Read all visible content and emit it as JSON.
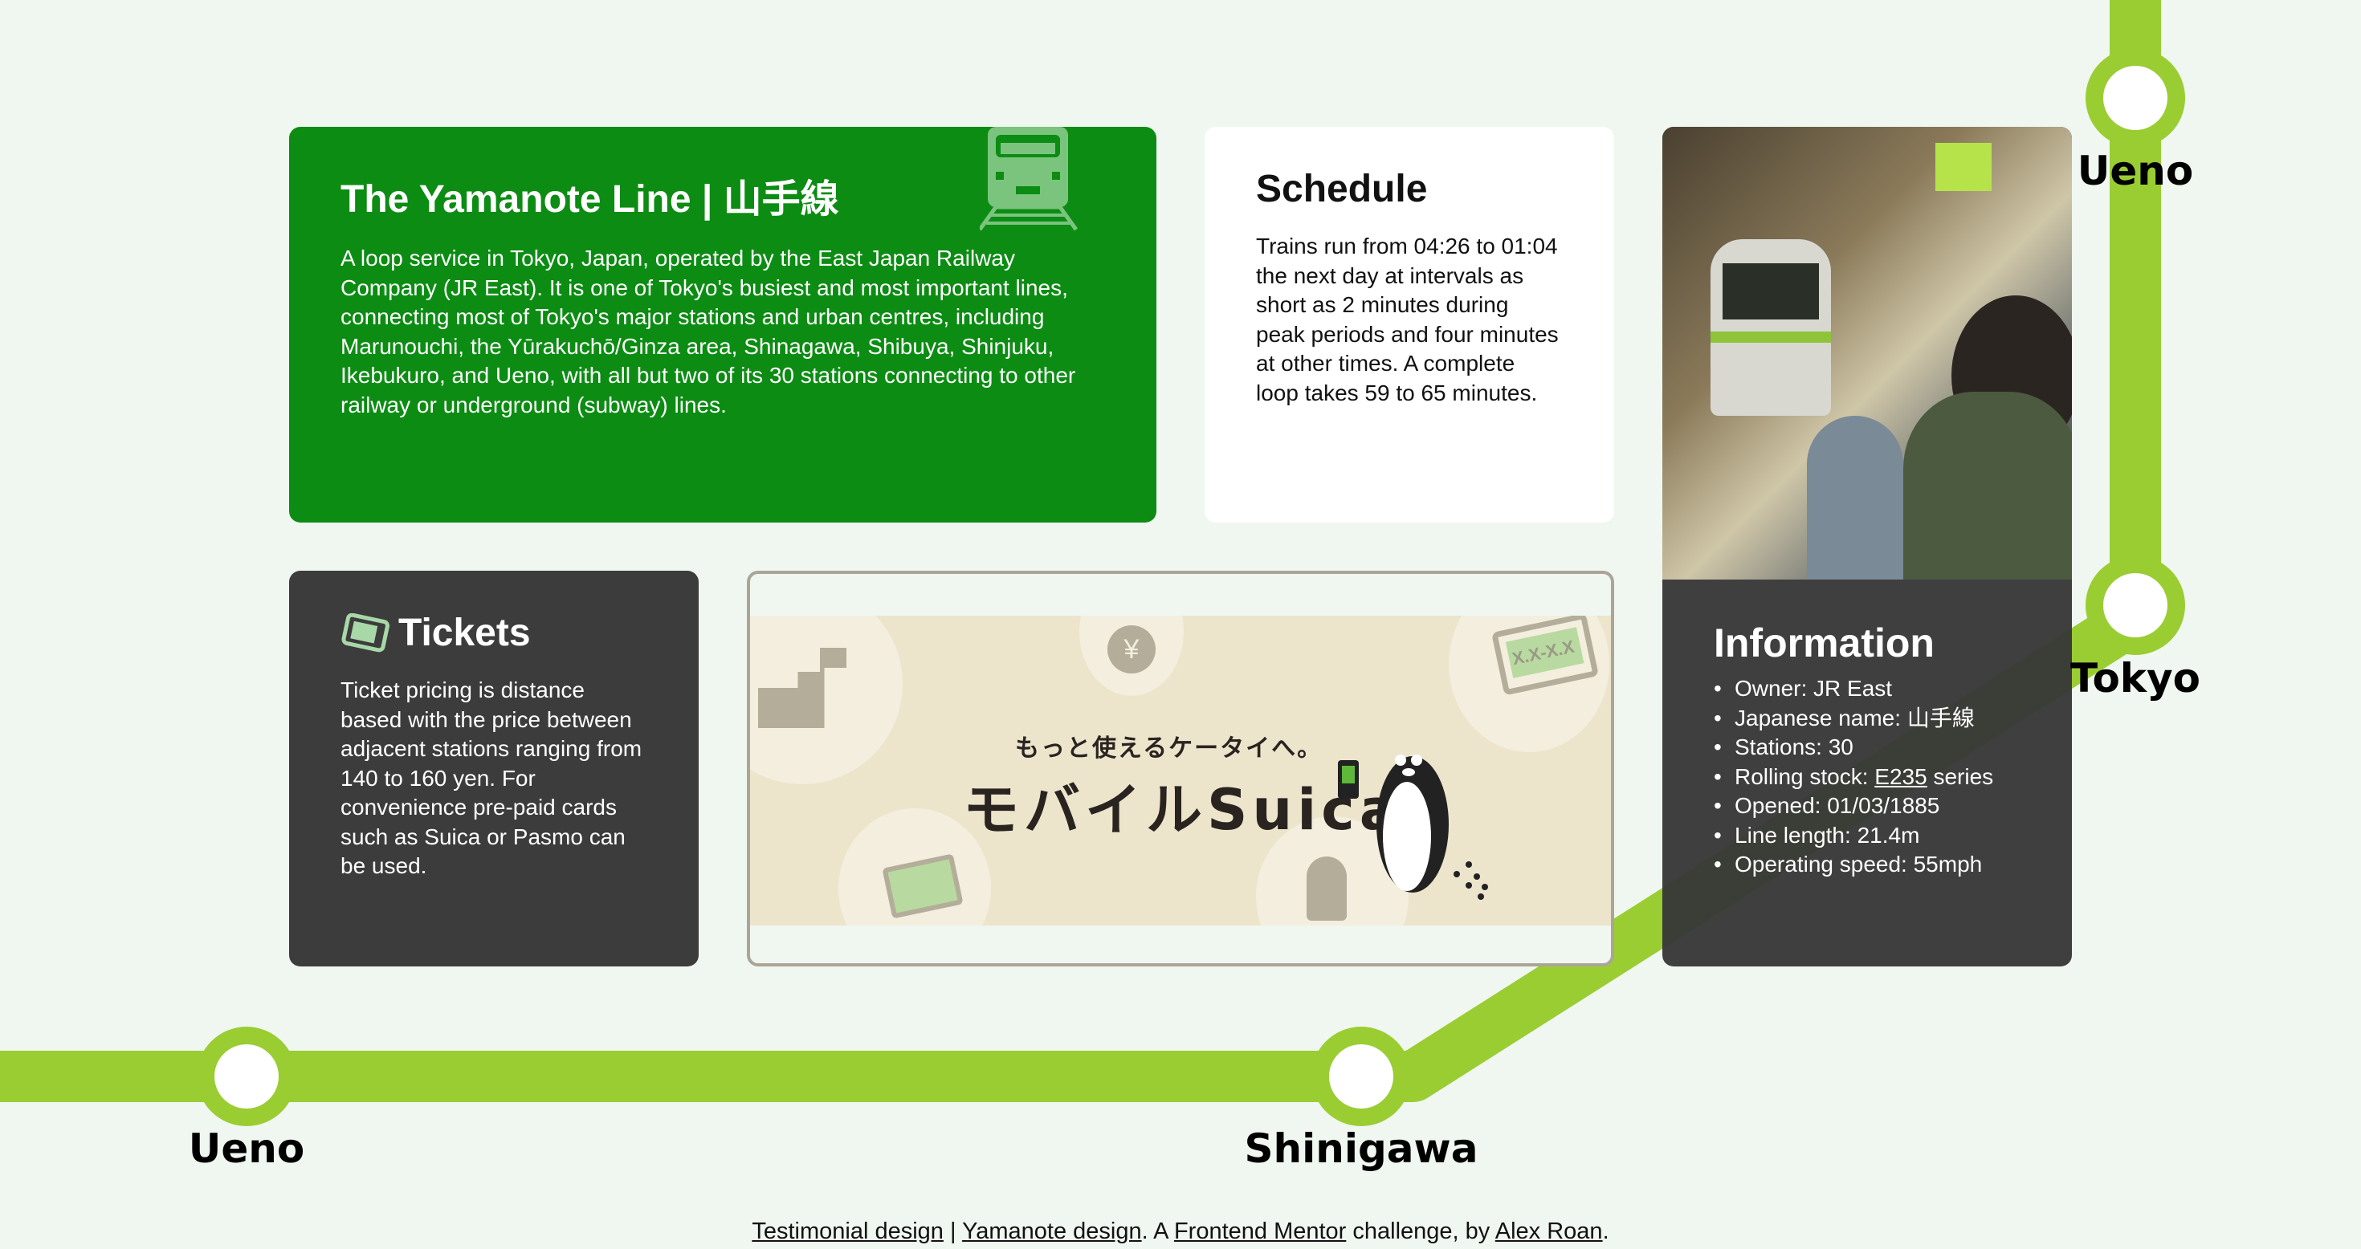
{
  "map": {
    "line_color": "#9acd32",
    "stations": [
      "Ueno",
      "Tokyo",
      "Ueno",
      "Shinigawa"
    ]
  },
  "intro": {
    "title": "The Yamanote Line | 山手線",
    "text": "A loop service in Tokyo, Japan, operated by the East Japan Railway Company (JR East). It is one of Tokyo's busiest and most important lines, connecting most of Tokyo's major stations and urban centres, including Marunouchi, the Yūrakuchō/Ginza area, Shinagawa, Shibuya, Shinjuku, Ikebukuro, and Ueno, with all but two of its 30 stations connecting to other railway or underground (subway) lines.",
    "icon": "train-icon",
    "color": "#0c8c13"
  },
  "schedule": {
    "title": "Schedule",
    "text": "Trains run from 04:26 to 01:04 the next day at intervals as short as 2 minutes during peak periods and four minutes at other times. A complete loop takes 59 to 65 minutes."
  },
  "tickets": {
    "title": "Tickets",
    "icon": "ticket-icon",
    "text": "Ticket pricing is distance based with the price between adjacent stations ranging from 140 to 160 yen. For convenience pre-paid cards such as Suica or Pasmo can be used."
  },
  "suica": {
    "tagline": "もっと使えるケータイへ。",
    "logo": "モバイルSuica",
    "card_text": "X.X-X.X"
  },
  "info": {
    "title": "Information",
    "items": [
      {
        "label": "Owner: ",
        "value": "JR East"
      },
      {
        "label": "Japanese name: ",
        "value": "山手線"
      },
      {
        "label": "Stations: ",
        "value": "30"
      },
      {
        "label": "Rolling stock: ",
        "link": "E235",
        "value": " series"
      },
      {
        "label": "Opened: ",
        "value": "01/03/1885"
      },
      {
        "label": "Line length: ",
        "value": "21.4m"
      },
      {
        "label": "Operating speed: ",
        "value": "55mph"
      }
    ]
  },
  "footer": {
    "link1": "Testimonial design",
    "sep": " | ",
    "link2": "Yamanote design",
    "mid": ". A ",
    "link3": "Frontend Mentor",
    "mid2": " challenge, by ",
    "link4": "Alex Roan",
    "end": "."
  }
}
